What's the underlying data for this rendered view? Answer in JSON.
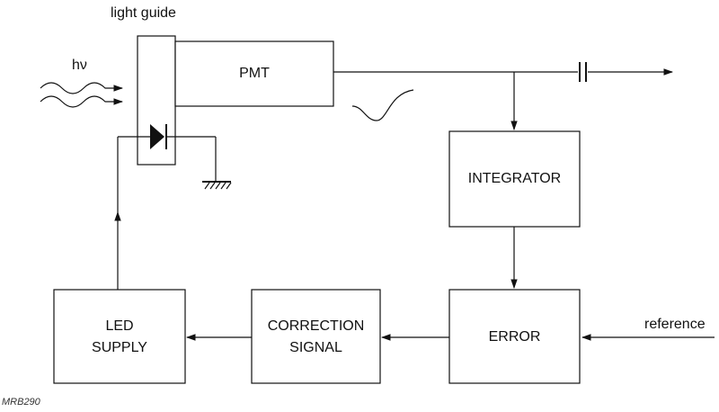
{
  "diagram": {
    "light_guide_label": "light guide",
    "photon_label": "hν",
    "pmt_label": "PMT",
    "integrator_label": "INTEGRATOR",
    "error_label": "ERROR",
    "correction_line1": "CORRECTION",
    "correction_line2": "SIGNAL",
    "led_line1": "LED",
    "led_line2": "SUPPLY",
    "reference_label": "reference",
    "figure_code": "MRB290"
  }
}
